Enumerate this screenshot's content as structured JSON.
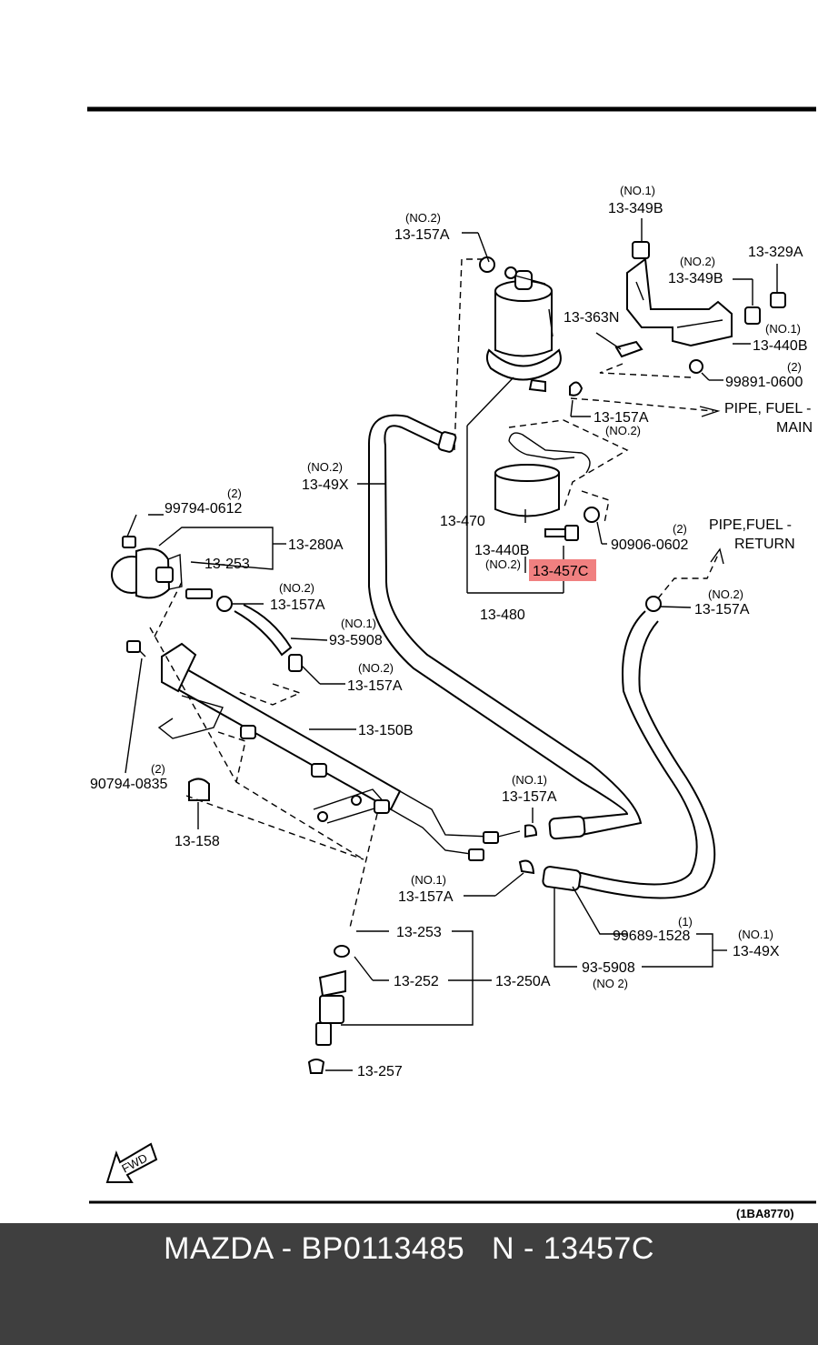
{
  "labels": {
    "l_13_157A_top": "13-157A",
    "l_no2_top": "(NO.2)",
    "l_no1_349B": "(NO.1)",
    "l_13_349B_a": "13-349B",
    "l_no2_349B": "(NO.2)",
    "l_13_349B_b": "13-349B",
    "l_13_329A": "13-329A",
    "l_13_363N": "13-363N",
    "l_no1_440B": "(NO.1)",
    "l_13_440B_a": "13-440B",
    "l_2_99891": "(2)",
    "l_99891": "99891-0600",
    "l_13_157A_b": "13-157A",
    "l_no2_b": "(NO.2)",
    "l_pipe_main_1": "PIPE, FUEL -",
    "l_pipe_main_2": "MAIN",
    "l_no2_49X": "(NO.2)",
    "l_13_49X_a": "13-49X",
    "l_13_470": "13-470",
    "l_13_440B_b": "13-440B",
    "l_no2_440B": "(NO.2)",
    "l_13_457C": "13-457C",
    "l_13_480": "13-480",
    "l_2_90906": "(2)",
    "l_90906": "90906-0602",
    "l_pipe_ret_1": "PIPE,FUEL -",
    "l_pipe_ret_2": "RETURN",
    "l_2_99794": "(2)",
    "l_99794": "99794-0612",
    "l_13_280A": "13-280A",
    "l_13_253_a": "13-253",
    "l_no2_157A_c": "(NO.2)",
    "l_13_157A_c": "13-157A",
    "l_no2_157A_r": "(NO.2)",
    "l_13_157A_r": "13-157A",
    "l_no1_5908": "(NO.1)",
    "l_93_5908_a": "93-5908",
    "l_no2_157A_d": "(NO.2)",
    "l_13_157A_d": "13-157A",
    "l_13_150B": "13-150B",
    "l_2_90794": "(2)",
    "l_90794": "90794-0835",
    "l_13_158": "13-158",
    "l_no1_157A_e": "(NO.1)",
    "l_13_157A_e": "13-157A",
    "l_no1_157A_f": "(NO.1)",
    "l_13_157A_f": "13-157A",
    "l_1_99689": "(1)",
    "l_99689": "99689-1528",
    "l_no1_49X": "(NO.1)",
    "l_13_49X_b": "13-49X",
    "l_93_5908_b": "93-5908",
    "l_no2_5908": "(NO 2)",
    "l_13_253_b": "13-253",
    "l_13_252": "13-252",
    "l_13_250A": "13-250A",
    "l_13_257": "13-257",
    "l_fwd": "FWD",
    "l_ref": "(1BA8770)"
  },
  "highlight": {
    "part": "13-457C",
    "color": "#f08080"
  },
  "footer": {
    "title": "MAZDA - BP0113485   N - 13457C"
  },
  "colors": {
    "footer_bg": "#3f3f3f",
    "footer_text": "#ffffff"
  }
}
